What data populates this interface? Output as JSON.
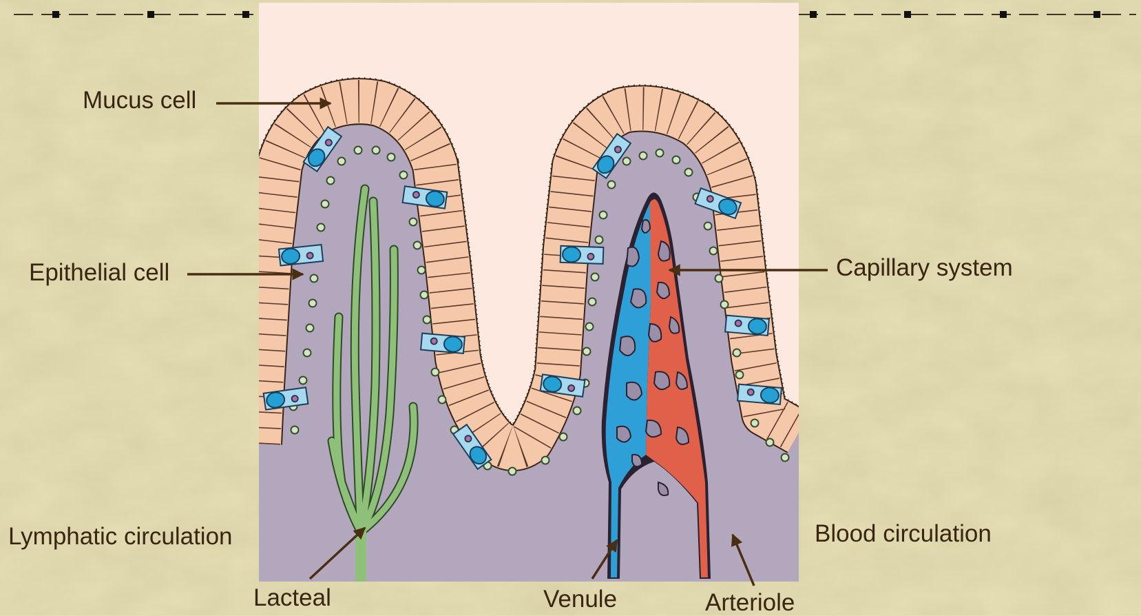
{
  "labels": {
    "mucus_cell": "Mucus cell",
    "epithelial_cell": "Epithelial cell",
    "capillary_system": "Capillary system",
    "lymphatic_circulation": "Lymphatic circulation",
    "blood_circulation": "Blood circulation",
    "lacteal": "Lacteal",
    "venule": "Venule",
    "arteriole": "Arteriole"
  },
  "colors": {
    "background": "#e6dfb5",
    "panel": "#fde9e0",
    "lamina": "#b3a7bd",
    "epithelium": "#f6c8aa",
    "mucus_cell": "#a8d8ee",
    "mucus_droplet": "#25a0d4",
    "lacteal": "#8ec07a",
    "venous_blood": "#2f9fd8",
    "arterial_blood": "#e0604a",
    "arrow": "#4a2e12",
    "label_text": "#3a2510"
  }
}
